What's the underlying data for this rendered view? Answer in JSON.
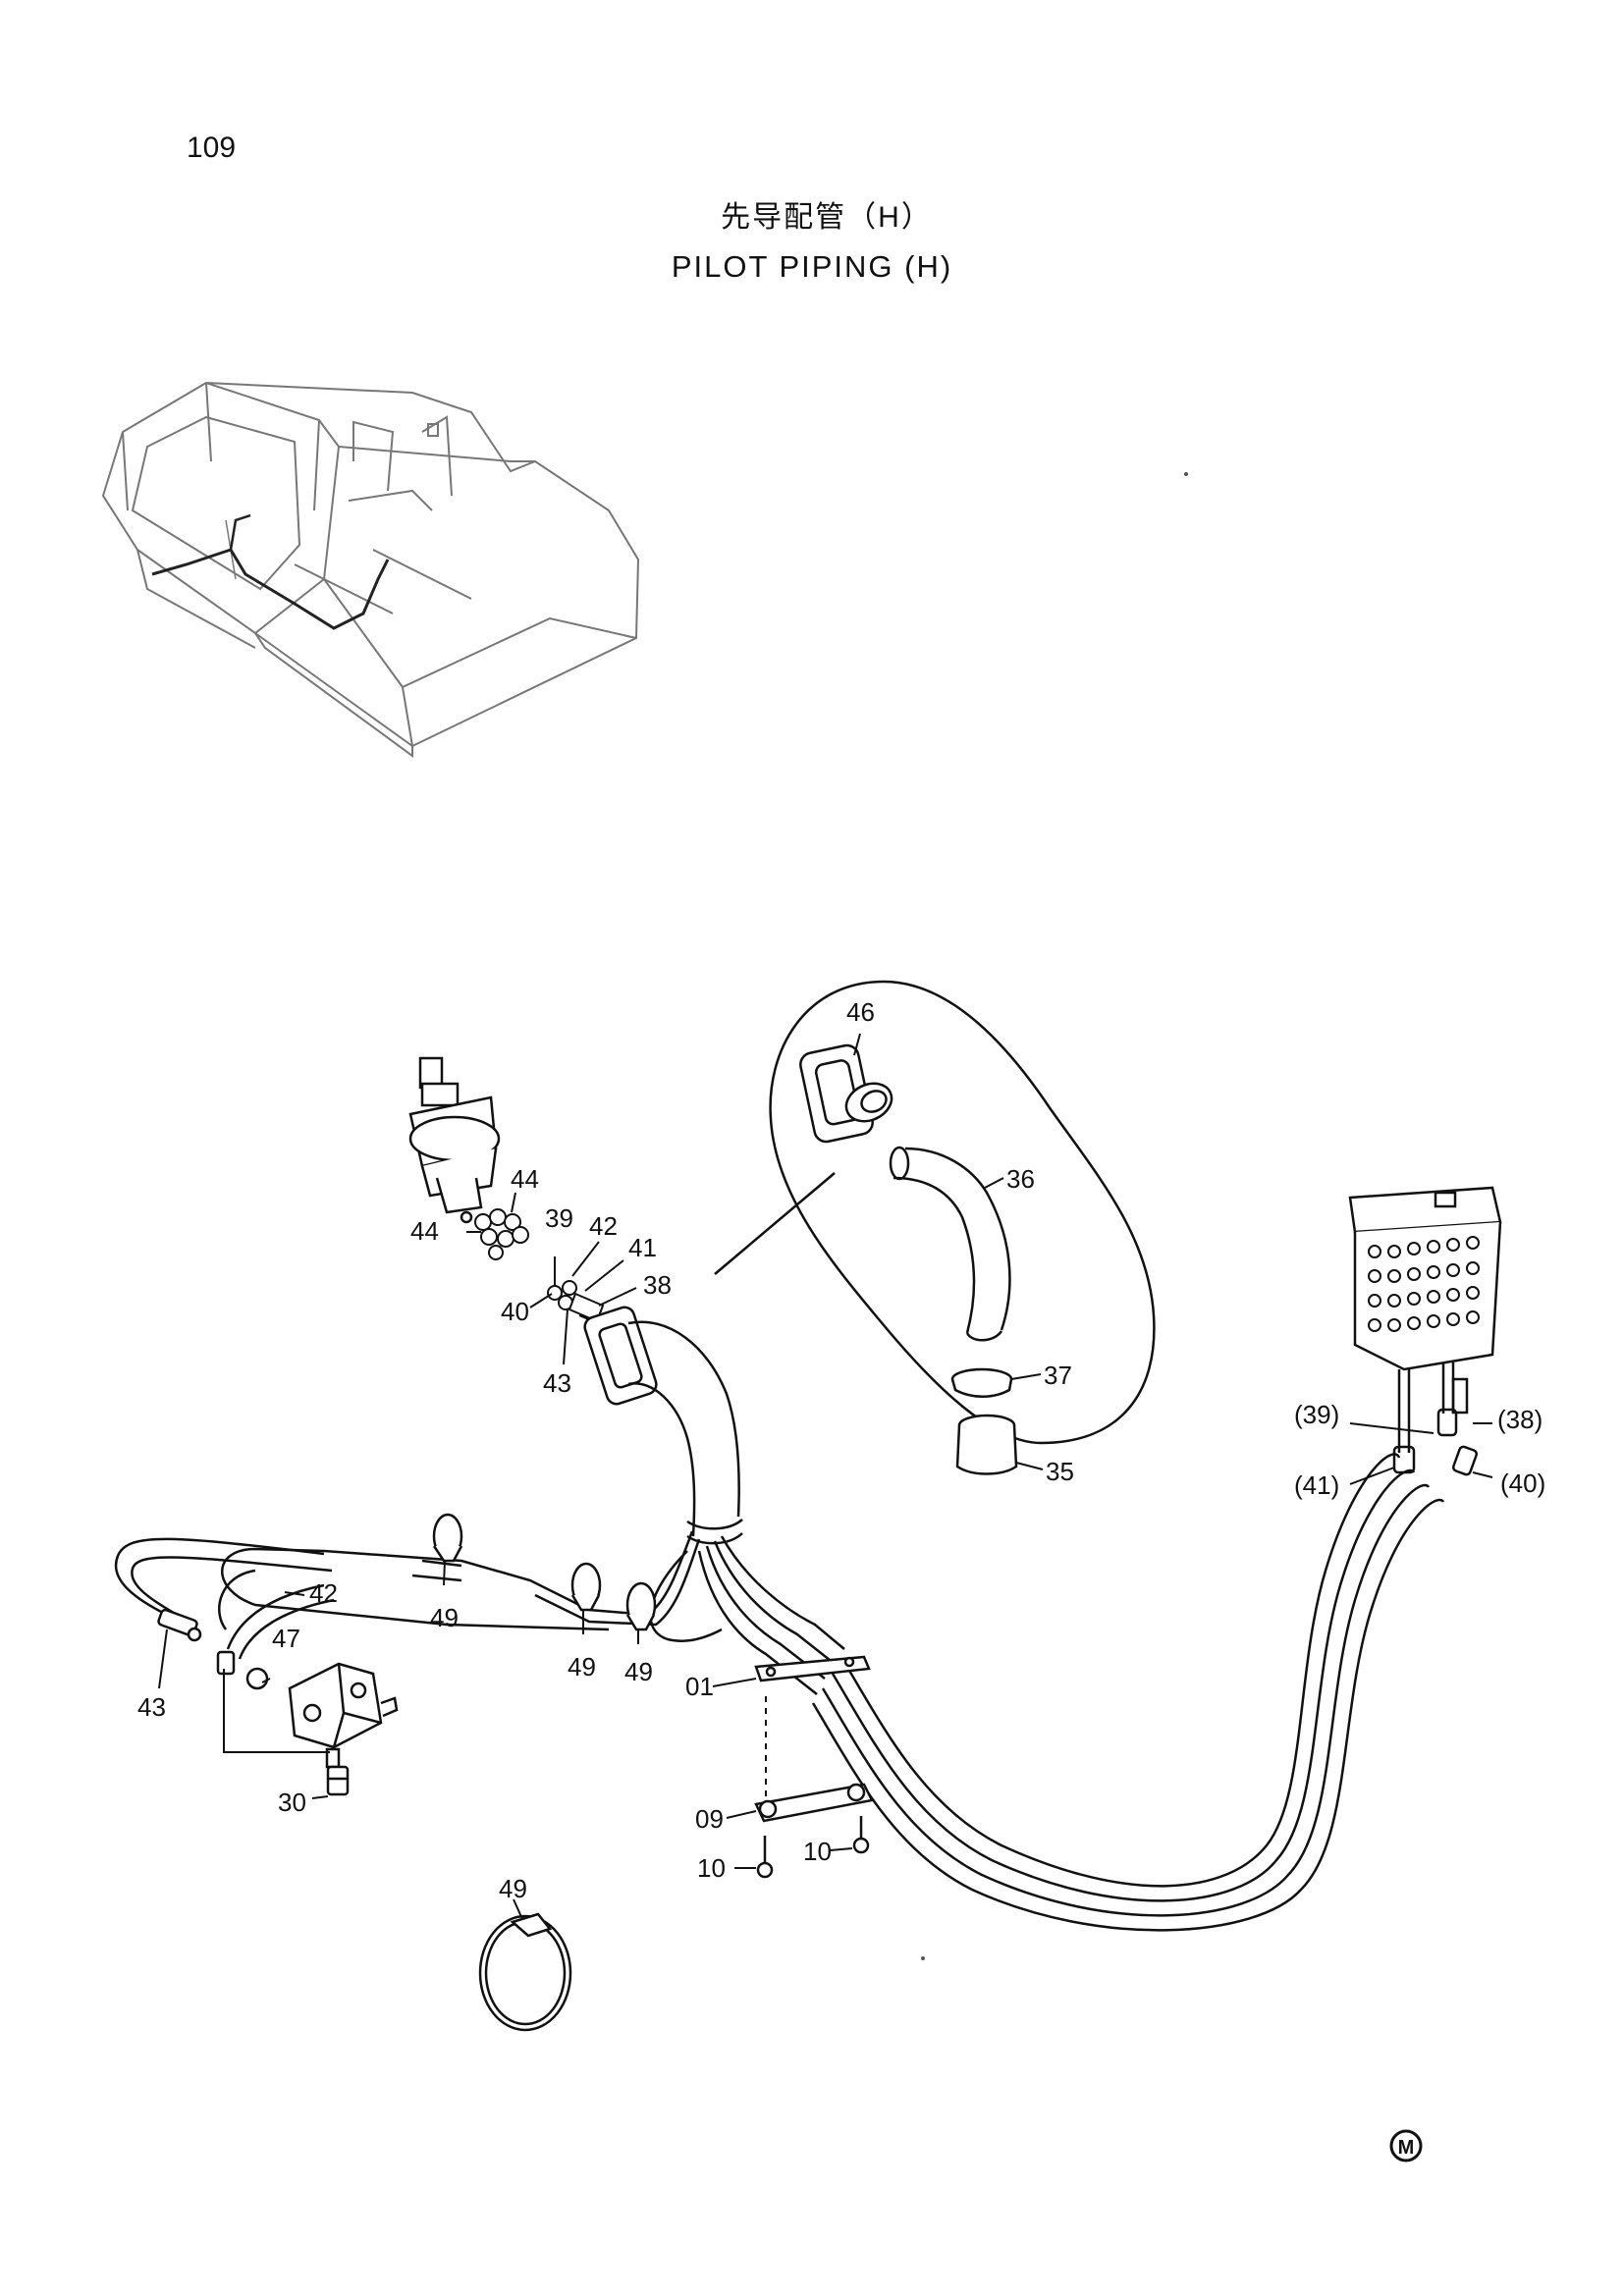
{
  "page": {
    "number": "109",
    "title_cn": "先导配管（H）",
    "title_en": "PILOT PIPING (H)"
  },
  "callouts": {
    "c46": "46",
    "c36": "36",
    "c37": "37",
    "c35": "35",
    "c44a": "44",
    "c44b": "44",
    "c39": "39",
    "c42a": "42",
    "c41": "41",
    "c38": "38",
    "c40": "40",
    "c43a": "43",
    "c42b": "42",
    "c43b": "43",
    "c47": "47",
    "c30": "30",
    "c49a": "49",
    "c49b": "49",
    "c49c": "49",
    "c49d": "49",
    "c01": "01",
    "c09": "09",
    "c10a": "10",
    "c10b": "10",
    "p39": "(39)",
    "p38": "(38)",
    "p41": "(41)",
    "p40": "(40)"
  },
  "mark": {
    "symbol": "M"
  }
}
